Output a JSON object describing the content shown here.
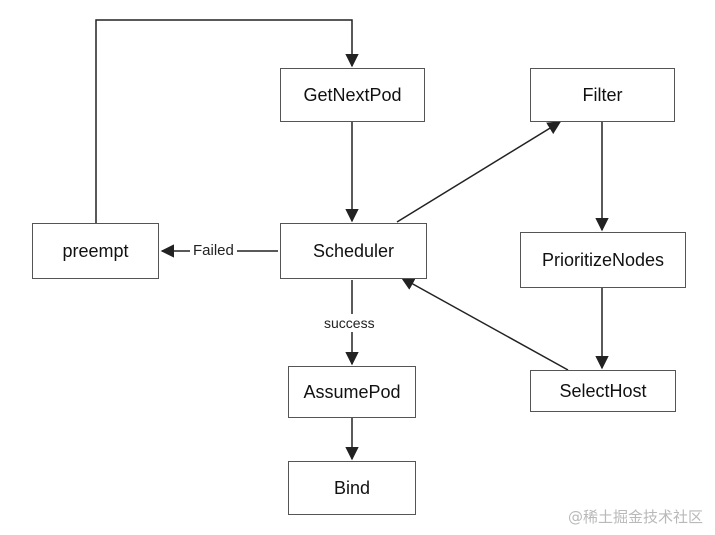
{
  "nodes": {
    "getnextpod": "GetNextPod",
    "filter": "Filter",
    "preempt": "preempt",
    "scheduler": "Scheduler",
    "prioritizenodes": "PrioritizeNodes",
    "assumepod": "AssumePod",
    "selecthost": "SelectHost",
    "bind": "Bind"
  },
  "edge_labels": {
    "failed": "Failed",
    "success": "success"
  },
  "watermark": "@稀土掘金技术社区",
  "colors": {
    "stroke": "#222222",
    "border": "#555555",
    "background": "#ffffff"
  }
}
